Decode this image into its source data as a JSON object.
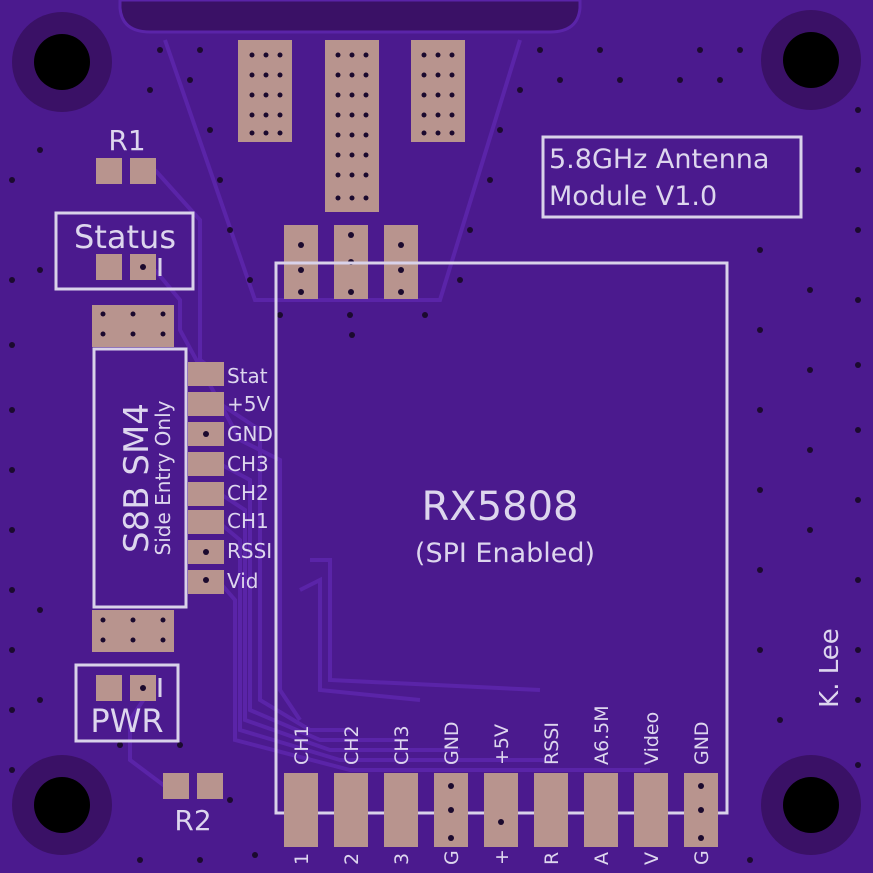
{
  "board": {
    "title_line1": "5.8GHz  Antenna",
    "title_line2": "Module  V1.0",
    "module_name": "RX5808",
    "module_sub": "(SPI Enabled)",
    "author": "K. Lee",
    "labels": {
      "r1": "R1",
      "r2": "R2",
      "status": "Status",
      "pwr": "PWR",
      "connector_name": "S8B  SM4",
      "connector_note": "Side  Entry  Only"
    },
    "connector_pins": [
      "Stat",
      "+5V",
      "GND",
      "CH3",
      "CH2",
      "CH1",
      "RSSI",
      "Vid"
    ],
    "module_pins_top": [
      "CH1",
      "CH2",
      "CH3",
      "GND",
      "+5V",
      "RSSI",
      "A6.5M",
      "Video",
      "GND"
    ],
    "module_pins_bottom": [
      "1",
      "2",
      "3",
      "G",
      "+",
      "R",
      "A",
      "V",
      "G"
    ],
    "colors": {
      "board": "#4b1a8e",
      "silkscreen": "#d9d2ea",
      "copper_pad": "#b8948e"
    }
  }
}
